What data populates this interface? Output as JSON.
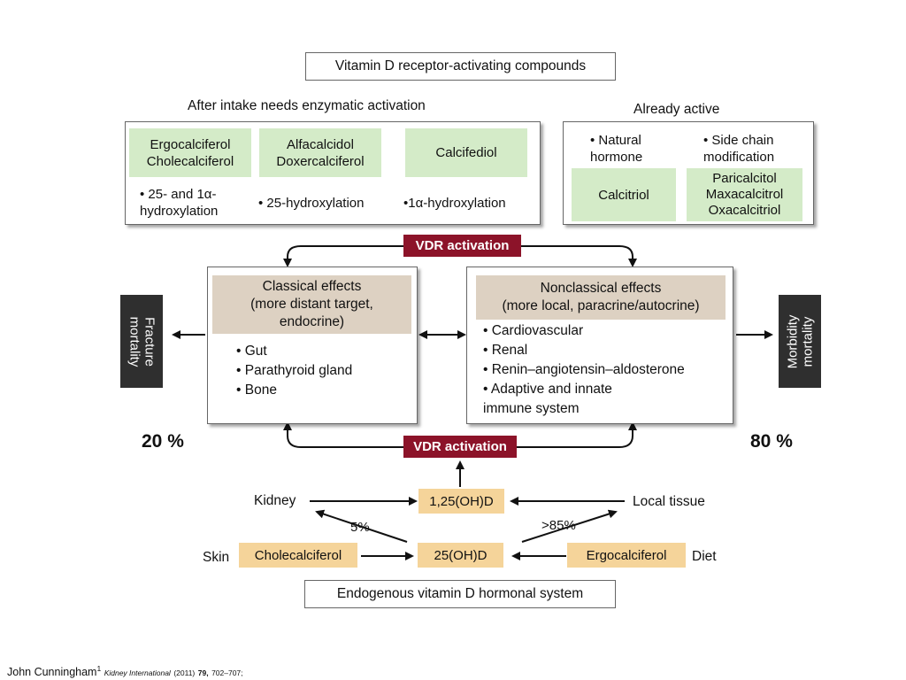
{
  "title": "Vitamin D receptor-activating compounds",
  "needs_activation": {
    "heading": "After intake needs enzymatic activation",
    "col1_name": "Ergocalciferol\nCholecalciferol",
    "col1_note": "• 25- and 1α-\nhydroxylation",
    "col2_name": "Alfacalcidol\nDoxercalciferol",
    "col2_note": "• 25-hydroxylation",
    "col3_name": "Calcifediol",
    "col3_note": "•1α-hydroxylation"
  },
  "already_active": {
    "heading": "Already active",
    "col1_note": "• Natural\nhormone",
    "col1_name": "Calcitriol",
    "col2_note": "• Side chain\nmodification",
    "col2_name": "Paricalcitol\nMaxacalcitrol\nOxacalcitriol"
  },
  "vdr_activation_label": "VDR activation",
  "classical": {
    "header": "Classical effects\n(more distant target,\nendocrine)",
    "items": [
      "Gut",
      "Parathyroid gland",
      "Bone"
    ]
  },
  "nonclassical": {
    "header": "Nonclassical effects\n(more local, paracrine/autocrine)",
    "items": [
      "Cardiovascular",
      "Renal",
      "Renin–angiotensin–aldosterone",
      "Adaptive and innate  \nimmune system"
    ]
  },
  "outcomes": {
    "left_label": "Fracture\nmortality",
    "left_pct": "20 %",
    "right_label": "Morbidity\nmortality",
    "right_pct": "80 %"
  },
  "system": {
    "kidney": "Kidney",
    "local_tissue": "Local tissue",
    "calcitriol_box": "1,25(OH)D",
    "calcidiol_box": "25(OH)D",
    "skin": "Skin",
    "cholecalciferol_box": "Cholecalciferol",
    "ergocalciferol_box": "Ergocalciferol",
    "diet": "Diet",
    "pct_kidney": "5%",
    "pct_local": ">85%",
    "footer": "Endogenous vitamin D hormonal system"
  },
  "citation": {
    "author": "John Cunningham",
    "sup": "1",
    "journal": "Kidney International",
    "year": "(2011)",
    "volume": "79,",
    "pages": "702–707;"
  },
  "colors": {
    "green_fill": "#d4ebc8",
    "tan_fill": "#f5d49a",
    "beige_fill": "#ddd1c2",
    "vdr_red": "#8c1329",
    "outcome_dark": "#2f2f2f"
  }
}
